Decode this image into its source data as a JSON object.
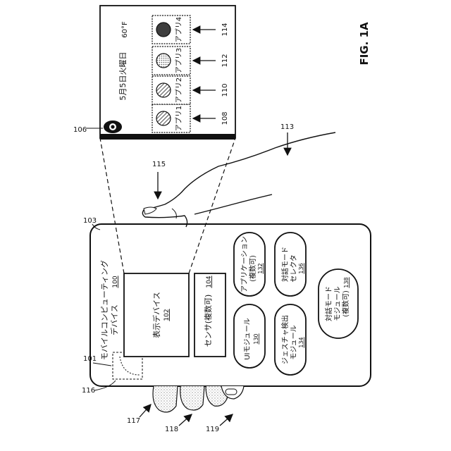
{
  "figure_label": "FIG. 1A",
  "device": {
    "ref": "103",
    "title_line1": "モバイルコンピューティング",
    "title_line2": "デバイス",
    "title_ref": "100",
    "camera_ref": "101",
    "camera_region_ref": "116"
  },
  "display_device": {
    "label": "表示デバイス",
    "ref": "102"
  },
  "sensor": {
    "label": "センサ(複数可)",
    "ref": "104"
  },
  "modules": {
    "ui": {
      "label": "UIモジュール",
      "ref": "130"
    },
    "apps": {
      "line1": "アプリケーション",
      "line2": "(複数可)",
      "ref": "132"
    },
    "gesture": {
      "line1": "ジェスチャ検出",
      "line2": "モジュール",
      "ref": "134"
    },
    "selector": {
      "line1": "対話モード",
      "line2": "セレクタ",
      "ref": "136"
    },
    "interaction": {
      "line1": "対話モード",
      "line2": "モジュール",
      "line3": "(複数可)",
      "ref": "138"
    }
  },
  "screen": {
    "ref": "106",
    "date": "5月5日火曜日",
    "temperature": "60°F",
    "apps": [
      {
        "label": "アプリ1",
        "ref": "108",
        "fill": "hatch"
      },
      {
        "label": "アプリ2",
        "ref": "110",
        "fill": "hatch"
      },
      {
        "label": "アプリ3",
        "ref": "112",
        "fill": "dots"
      },
      {
        "label": "アプリ4",
        "ref": "114",
        "fill": "dark"
      }
    ]
  },
  "hand": {
    "ref": "113",
    "finger_ref": "115"
  },
  "grip_refs": {
    "palm": "117",
    "finger_a": "118",
    "finger_b": "119"
  }
}
